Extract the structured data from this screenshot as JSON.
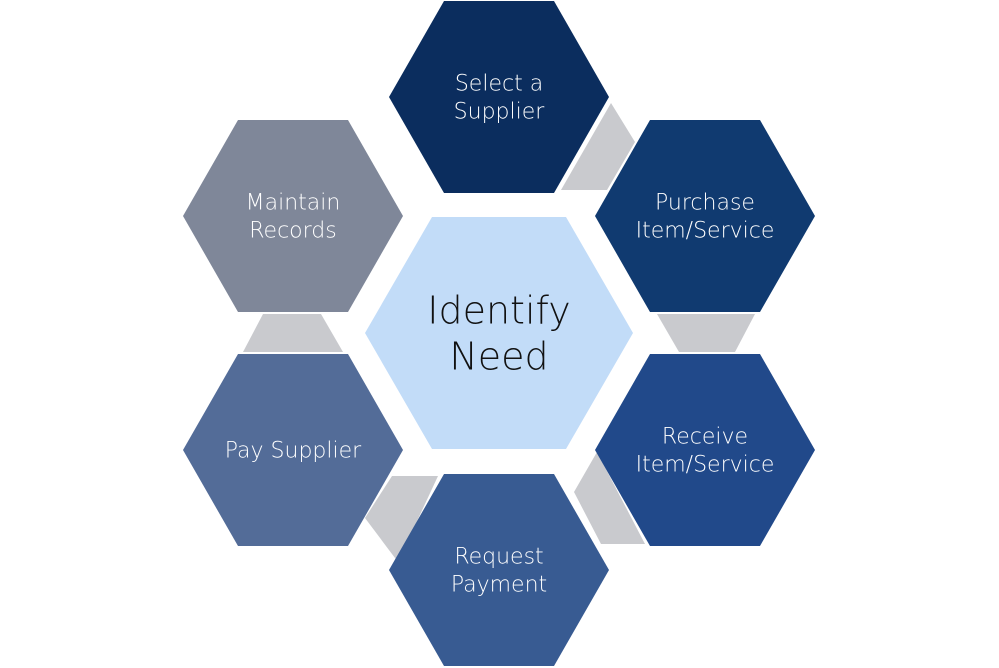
{
  "center": {
    "lines": [
      "Identify",
      "Need"
    ],
    "color": "#c2dcf8"
  },
  "steps": [
    {
      "id": "select-supplier",
      "lines": [
        "Select a",
        "Supplier"
      ],
      "color": "#0b2d5e"
    },
    {
      "id": "purchase-item",
      "lines": [
        "Purchase",
        "Item/Service"
      ],
      "color": "#103a70"
    },
    {
      "id": "receive-item",
      "lines": [
        "Receive",
        "Item/Service"
      ],
      "color": "#21498a"
    },
    {
      "id": "request-payment",
      "lines": [
        "Request",
        "Payment"
      ],
      "color": "#385b92"
    },
    {
      "id": "pay-supplier",
      "lines": [
        "Pay Supplier"
      ],
      "color": "#536c98"
    },
    {
      "id": "maintain-records",
      "lines": [
        "Maintain",
        "Records"
      ],
      "color": "#7f8799"
    }
  ],
  "connector_color": "#c9cace"
}
